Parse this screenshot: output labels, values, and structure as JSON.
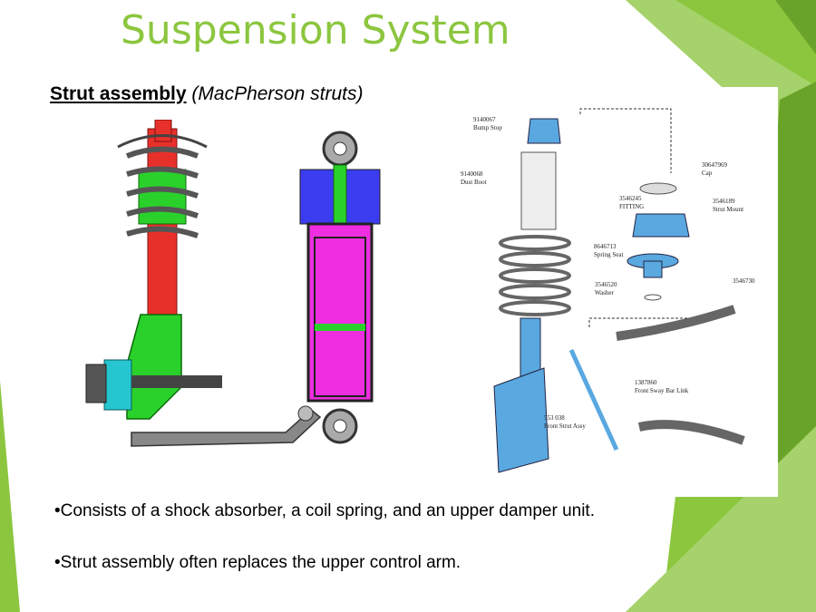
{
  "slide": {
    "title": "Suspension System",
    "subtitle_bold": "Strut assembly",
    "subtitle_italic": "(MacPherson struts)",
    "bullets": [
      "•Consists of a shock absorber, a coil spring, and an upper damper unit.",
      "•Strut assembly often replaces the upper control arm."
    ]
  },
  "diagram_labels": {
    "bump_stop_num": "9140067",
    "bump_stop": "Bump Stop",
    "dust_boot_num": "9140068",
    "dust_boot": "Dust Boot",
    "cap_num": "30647969",
    "cap": "Cap",
    "fitting_num": "3546245",
    "fitting": "FITTING",
    "strut_mount_num": "3546189",
    "strut_mount": "Strut Mount",
    "spring_seat_num": "8646713",
    "spring_seat": "Spring Seat",
    "washer_num": "3546520",
    "washer": "Washer",
    "bushing_num": "3546730",
    "sway_link_num": "1387860",
    "sway_link": "Front Sway Bar Link",
    "strut_assy_num": "553 038",
    "strut_assy": "Front Strut Assy"
  },
  "colors": {
    "accent_green": "#8cc63f",
    "dark_green": "#6aa329",
    "strut_red": "#e8302a",
    "bracket_green": "#2bd12b",
    "damper_blue": "#3c3cf0",
    "damper_magenta": "#ee2ee0",
    "part_blue": "#5aa8e0"
  }
}
